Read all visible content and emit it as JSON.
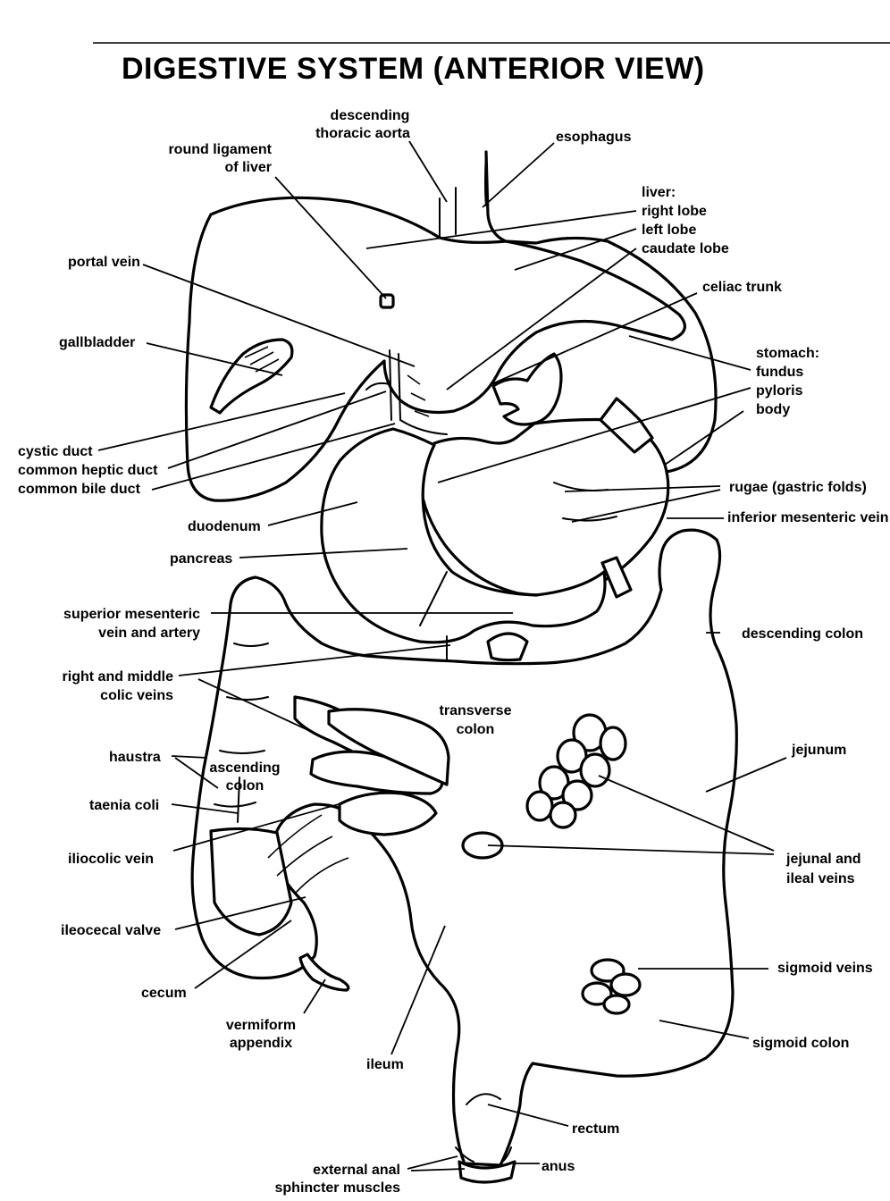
{
  "title": "DIGESTIVE SYSTEM (ANTERIOR VIEW)",
  "labels": {
    "descending_thoracic_aorta": [
      "descending",
      "thoracic aorta"
    ],
    "esophagus": [
      "esophagus"
    ],
    "round_ligament": [
      "round ligament",
      "of liver"
    ],
    "liver": [
      "liver:",
      "right lobe",
      "left lobe",
      "caudate lobe"
    ],
    "portal_vein": [
      "portal vein"
    ],
    "celiac_trunk": [
      "celiac trunk"
    ],
    "gallbladder": [
      "gallbladder"
    ],
    "stomach": [
      "stomach:",
      "fundus",
      "pyloris",
      "body"
    ],
    "ducts": [
      "cystic duct",
      "common heptic duct",
      "common bile duct"
    ],
    "rugae": [
      "rugae (gastric folds)"
    ],
    "duodenum": [
      "duodenum"
    ],
    "inferior_mesenteric_vein": [
      "inferior mesenteric vein"
    ],
    "pancreas": [
      "pancreas"
    ],
    "superior_mesenteric": [
      "superior mesenteric",
      "vein and artery"
    ],
    "descending_colon": [
      "descending colon"
    ],
    "right_middle_colic": [
      "right and middle",
      "colic veins"
    ],
    "transverse_colon": [
      "transverse",
      "colon"
    ],
    "haustra": [
      "haustra"
    ],
    "ascending_colon": [
      "ascending",
      "colon"
    ],
    "jejunum": [
      "jejunum"
    ],
    "taenia_coli": [
      "taenia coli"
    ],
    "iliocolic_vein": [
      "iliocolic vein"
    ],
    "jejunal_ileal_veins": [
      "jejunal and",
      "ileal veins"
    ],
    "ileocecal_valve": [
      "ileocecal valve"
    ],
    "sigmoid_veins": [
      "sigmoid veins"
    ],
    "cecum": [
      "cecum"
    ],
    "vermiform_appendix": [
      "vermiform",
      "appendix"
    ],
    "ileum": [
      "ileum"
    ],
    "sigmoid_colon": [
      "sigmoid colon"
    ],
    "rectum": [
      "rectum"
    ],
    "external_anal": [
      "external anal",
      "sphincter muscles"
    ],
    "anus": [
      "anus"
    ]
  }
}
